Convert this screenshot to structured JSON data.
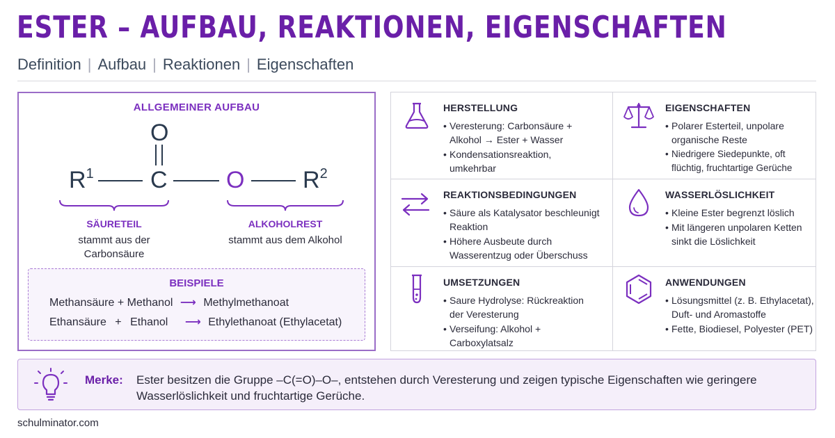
{
  "title": "ESTER – AUFBAU, REAKTIONEN, EIGENSCHAFTEN",
  "subtitle": [
    "Definition",
    "Aufbau",
    "Reaktionen",
    "Eigenschaften"
  ],
  "structure": {
    "heading": "ALLGEMEINER AUFBAU",
    "r1": "R",
    "r1_sup": "1",
    "c": "C",
    "o_top": "O",
    "o_mid": "O",
    "r2": "R",
    "r2_sup": "2",
    "acid_label": "SÄURETEIL",
    "acid_desc": "stammt aus der Carbonsäure",
    "alcohol_label": "ALKOHOLREST",
    "alcohol_desc": "stammt aus dem Alkohol"
  },
  "examples": {
    "heading": "BEISPIELE",
    "rows": [
      {
        "acid": "Methansäure",
        "plus": "+",
        "alcohol": "Methanol",
        "arrow": "⟶",
        "ester": "Methylmethanoat"
      },
      {
        "acid": "Ethansäure",
        "plus": "+",
        "alcohol": "Ethanol",
        "arrow": "⟶",
        "ester": "Ethylethanoat (Ethylacetat)"
      }
    ]
  },
  "cards": {
    "herstellung": {
      "icon": "flask-icon",
      "heading": "HERSTELLUNG",
      "items": [
        "Veresterung: Carbonsäure + Alkohol → Ester + Wasser",
        "Kondensationsreaktion, umkehrbar"
      ]
    },
    "eigenschaften": {
      "icon": "balance-scale-icon",
      "heading": "EIGENSCHAFTEN",
      "items": [
        "Polarer Esterteil, unpolare organische Reste",
        "Niedrigere Siedepunkte, oft flüchtig, fruchtartige Gerüche"
      ]
    },
    "reaktionsbedingungen": {
      "icon": "exchange-arrows-icon",
      "heading": "REAKTIONSBEDINGUNGEN",
      "items": [
        "Säure als Katalysator beschleunigt Reaktion",
        "Höhere Ausbeute durch Wasserentzug oder Überschuss"
      ]
    },
    "wasserloeslichkeit": {
      "icon": "water-drop-icon",
      "heading": "WASSERLÖSLICHKEIT",
      "items": [
        "Kleine Ester begrenzt löslich",
        "Mit längeren unpolaren Ketten sinkt die Löslichkeit"
      ]
    },
    "umsetzungen": {
      "icon": "test-tube-icon",
      "heading": "UMSETZUNGEN",
      "items": [
        "Saure Hydrolyse: Rückreaktion der Veresterung",
        "Verseifung: Alkohol + Carboxylatsalz"
      ]
    },
    "anwendungen": {
      "icon": "benzene-ring-icon",
      "heading": "ANWENDUNGEN",
      "items": [
        "Lösungsmittel (z. B. Ethylacetat), Duft- und Aromastoffe",
        "Fette, Biodiesel, Polyester (PET)"
      ]
    }
  },
  "merke": {
    "icon": "lightbulb-icon",
    "label": "Merke:",
    "text": "Ester besitzen die Gruppe –C(=O)–O–, entstehen durch Veresterung und zeigen typische Eigenschaften wie geringere Wasserlöslichkeit und fruchtartige Gerüche."
  },
  "footer": "schulminator.com",
  "colors": {
    "accent": "#6a1fa8",
    "accent_light": "#7b2fbf",
    "text": "#2b2b3a",
    "panel_bg": "#f5effa"
  }
}
